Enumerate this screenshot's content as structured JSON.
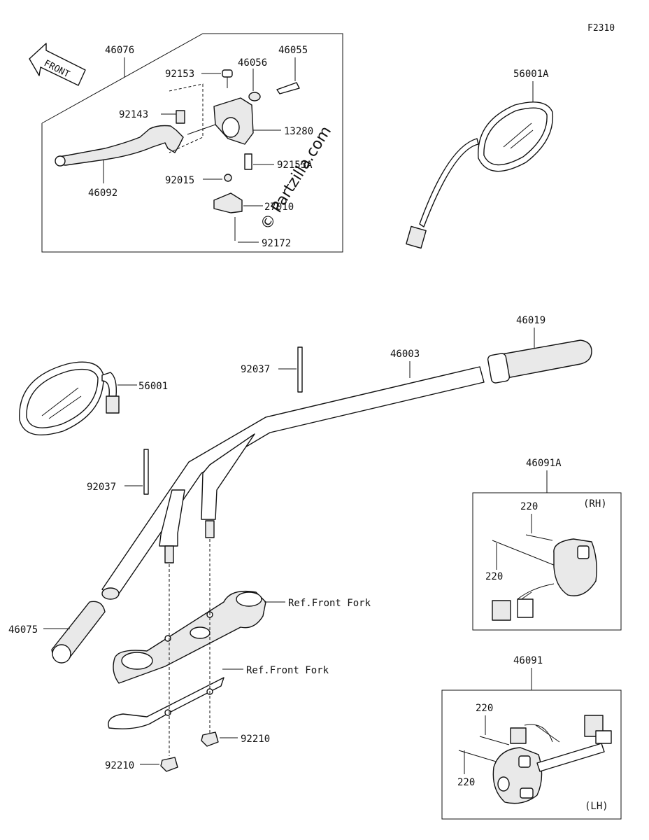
{
  "figure_code": "F2310",
  "direction_arrow": "FRONT",
  "watermark": "© Partzilla.com",
  "parts": {
    "p46076": "46076",
    "p92153": "92153",
    "p46056": "46056",
    "p46055": "46055",
    "p92143": "92143",
    "p13280": "13280",
    "p92153A": "92153A",
    "p92015": "92015",
    "p27010": "27010",
    "p92172": "92172",
    "p46092": "46092",
    "p56001A": "56001A",
    "p46019": "46019",
    "p46003": "46003",
    "p92037_upper": "92037",
    "p56001": "56001",
    "p92037_lower": "92037",
    "p46091A": "46091A",
    "p220_rh_top": "220",
    "p220_rh_left": "220",
    "rh_tag": "(RH)",
    "p46075": "46075",
    "ref_front_fork_1": "Ref.Front Fork",
    "ref_front_fork_2": "Ref.Front Fork",
    "p46091": "46091",
    "p220_lh_top": "220",
    "p220_lh_bottom": "220",
    "lh_tag": "(LH)",
    "p92210_right": "92210",
    "p92210_left": "92210"
  },
  "colors": {
    "line": "#111111",
    "fill_light": "#e9e9e9",
    "fill_dark": "#9a9a9a",
    "background": "#ffffff"
  }
}
